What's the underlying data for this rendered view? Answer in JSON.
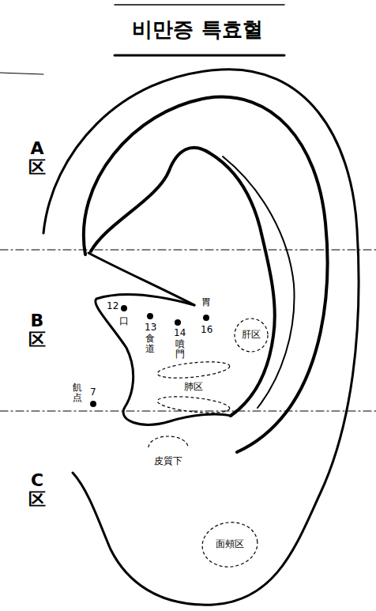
{
  "diagram": {
    "title": "비만증 특효혈",
    "nodes": [
      {
        "text": [
          "肝区"
        ]
      },
      {
        "text": [
          "肺区"
        ]
      },
      {
        "text": [
          "皮質下"
        ]
      },
      {
        "text": [
          "面頰区"
        ]
      }
    ],
    "labels": [
      "A区",
      "B区",
      "C区",
      "12",
      "口",
      "13",
      "食道",
      "14",
      "噴門",
      "胃",
      "16",
      "飢点",
      "7"
    ]
  }
}
